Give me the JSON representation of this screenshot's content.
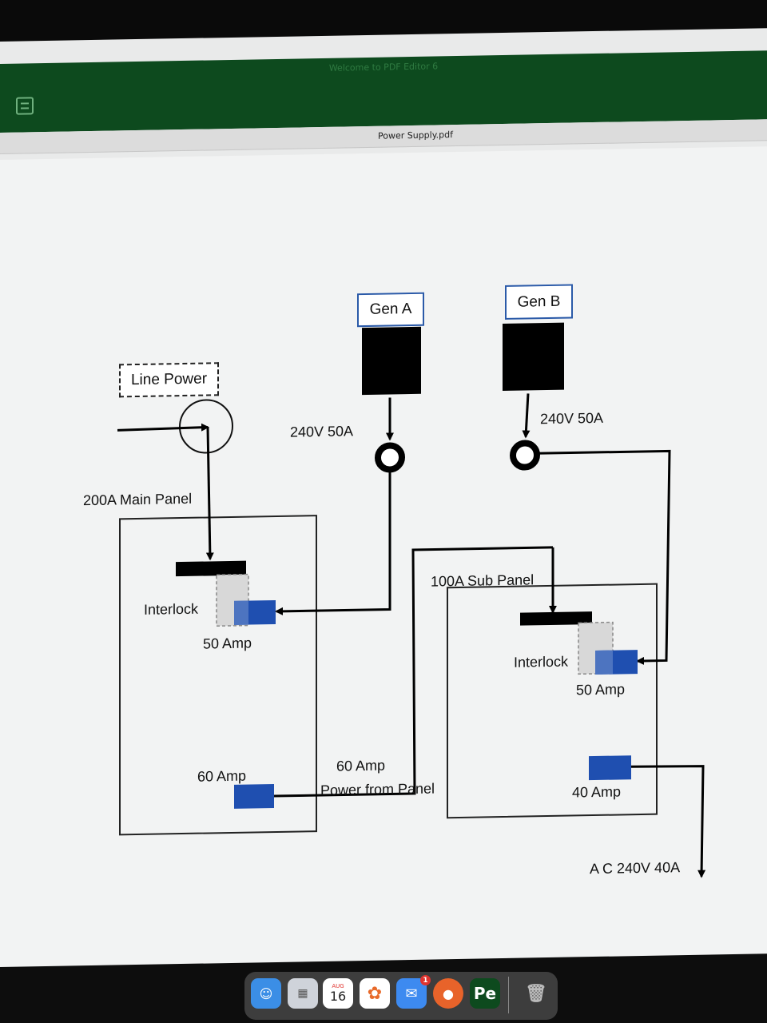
{
  "app": {
    "window_title": "Welcome to PDF Editor 6",
    "document_title": "Power Supply.pdf"
  },
  "diagram": {
    "line_power": "Line Power",
    "main_panel": "200A Main Panel",
    "gen_a": "Gen A",
    "gen_b": "Gen B",
    "gen_a_rating": "240V 50A",
    "gen_b_rating": "240V 50A",
    "main_interlock": "Interlock",
    "main_50amp": "50 Amp",
    "main_60amp": "60 Amp",
    "feed_60amp": "60 Amp",
    "feed_power": "Power from Panel",
    "sub_panel": "100A Sub Panel",
    "sub_interlock": "Interlock",
    "sub_50amp": "50 Amp",
    "sub_40amp": "40 Amp",
    "ac_output": "A C 240V 40A"
  },
  "dock": {
    "calendar_month": "AUG",
    "calendar_day": "16",
    "mail_badge": "1",
    "pe_label": "Pe"
  },
  "colors": {
    "titlebar": "#0d4a1e",
    "breaker_blue": "#1f4fb0",
    "panel_border": "#222222"
  }
}
